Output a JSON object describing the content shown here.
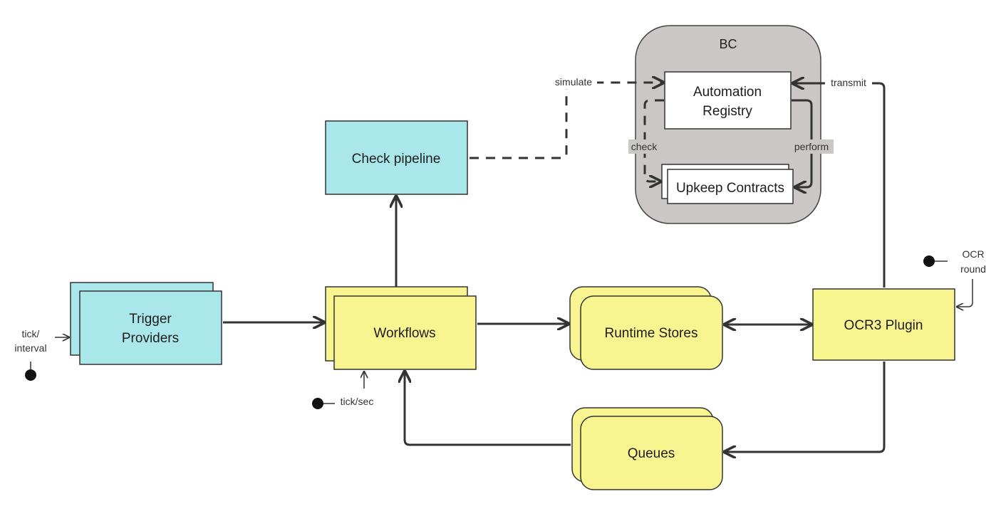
{
  "colors": {
    "cyan": "#a9e7ea",
    "yellow": "#f8f48f",
    "white": "#ffffff",
    "group_fill": "#cbc7c6",
    "stroke": "#333333",
    "dot": "#111111"
  },
  "group": {
    "label": "BC"
  },
  "nodes": {
    "trigger_providers": {
      "line1": "Trigger",
      "line2": "Providers"
    },
    "check_pipeline": {
      "label": "Check pipeline"
    },
    "workflows": {
      "label": "Workflows"
    },
    "runtime_stores": {
      "label": "Runtime Stores"
    },
    "ocr3_plugin": {
      "label": "OCR3 Plugin"
    },
    "queues": {
      "label": "Queues"
    },
    "automation_registry": {
      "line1": "Automation",
      "line2": "Registry"
    },
    "upkeep_contracts": {
      "label": "Upkeep Contracts"
    }
  },
  "edge_labels": {
    "simulate": "simulate",
    "transmit": "transmit",
    "check": "check",
    "perform": "perform"
  },
  "inputs": {
    "tick_interval": {
      "line1": "tick/",
      "line2": "interval"
    },
    "tick_sec": {
      "label": "tick/sec"
    },
    "ocr_round": {
      "line1": "OCR",
      "line2": "round"
    }
  }
}
